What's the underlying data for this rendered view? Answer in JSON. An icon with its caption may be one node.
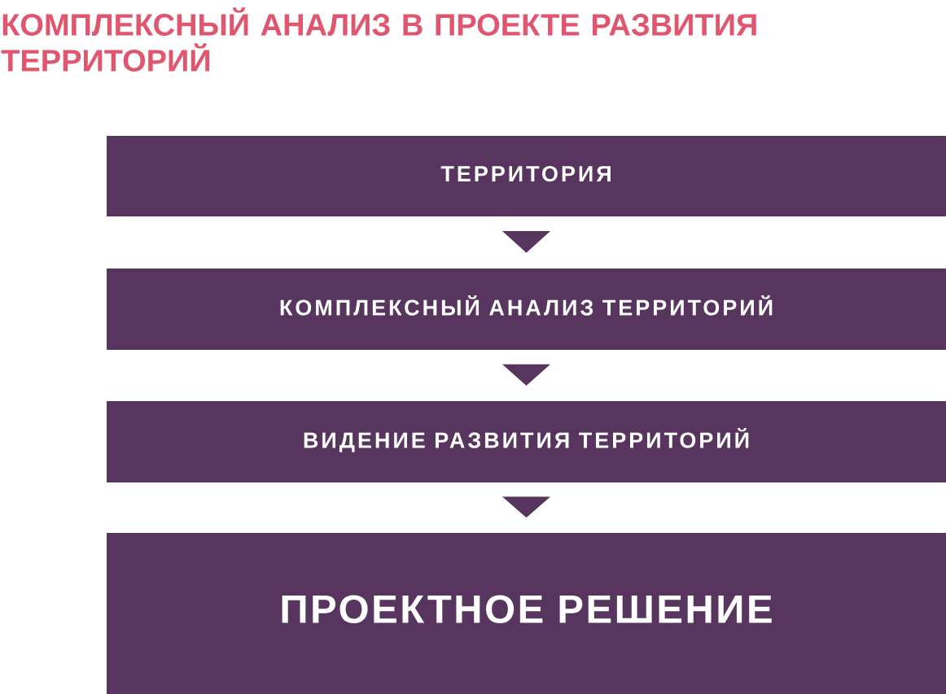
{
  "diagram": {
    "title": "КОМПЛЕКСНЫЙ АНАЛИЗ В ПРОЕКТЕ РАЗВИТИЯ ТЕРРИТОРИЙ",
    "nodes": [
      {
        "text": [
          "ТЕРРИТОРИЯ"
        ]
      },
      {
        "text": [
          "КОМПЛЕКСНЫЙ АНАЛИЗ ТЕРРИТОРИЙ"
        ]
      },
      {
        "text": [
          "ВИДЕНИЕ РАЗВИТИЯ ТЕРРИТОРИЙ"
        ]
      },
      {
        "text": [
          "ПРОЕКТНОЕ РЕШЕНИЕ"
        ]
      }
    ],
    "edges": [
      {
        "from": 0,
        "to": 1,
        "arrow": "to"
      },
      {
        "from": 1,
        "to": 2,
        "arrow": "to"
      },
      {
        "from": 2,
        "to": 3,
        "arrow": "to"
      }
    ]
  }
}
